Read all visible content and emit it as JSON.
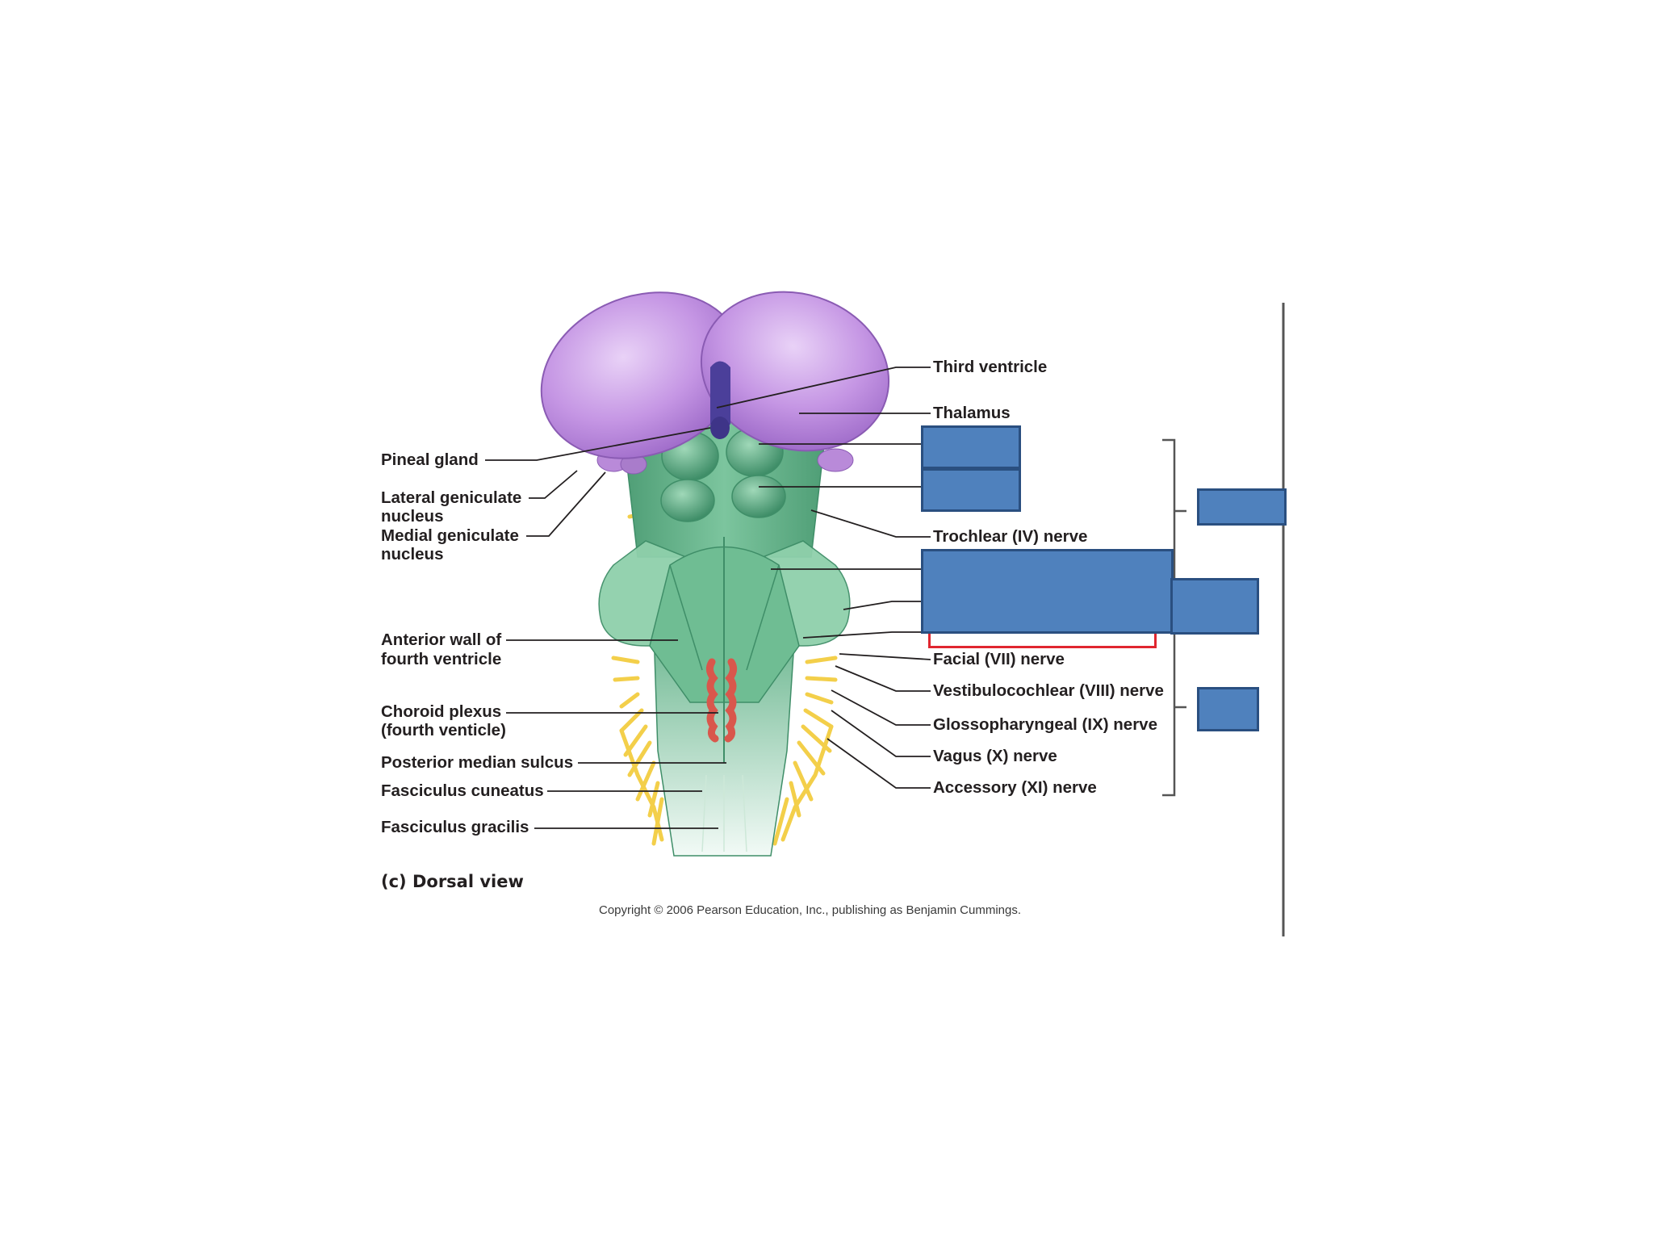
{
  "figure": {
    "caption": "(c) Dorsal view",
    "copyright": "Copyright © 2006 Pearson Education, Inc., publishing as Benjamin Cummings."
  },
  "labels_left": {
    "pineal_gland": "Pineal gland",
    "lateral_geniculate_1": "Lateral geniculate",
    "lateral_geniculate_2": "nucleus",
    "medial_geniculate_1": "Medial geniculate",
    "medial_geniculate_2": "nucleus",
    "anterior_wall_1": "Anterior wall of",
    "anterior_wall_2": "fourth ventricle",
    "choroid_plexus_1": "Choroid plexus",
    "choroid_plexus_2": "(fourth venticle)",
    "posterior_median_sulcus": "Posterior median sulcus",
    "fasciculus_cuneatus": "Fasciculus cuneatus",
    "fasciculus_gracilis": "Fasciculus gracilis"
  },
  "labels_right": {
    "third_ventricle": "Third ventricle",
    "thalamus": "Thalamus",
    "trochlear": "Trochlear (IV) nerve",
    "facial": "Facial (VII) nerve",
    "vestibulocochlear": "Vestibulocochlear (VIII) nerve",
    "glossopharyngeal": "Glossopharyngeal (IX) nerve",
    "vagus": "Vagus (X) nerve",
    "accessory": "Accessory (XI) nerve"
  },
  "colors": {
    "cerebrum": "#b98ad9",
    "brainstem": "#5fae86",
    "nerves": "#f3cf4a",
    "choroid": "#d9574c",
    "cover_box": "#4f81bd",
    "highlight_box": "#e0262f"
  }
}
